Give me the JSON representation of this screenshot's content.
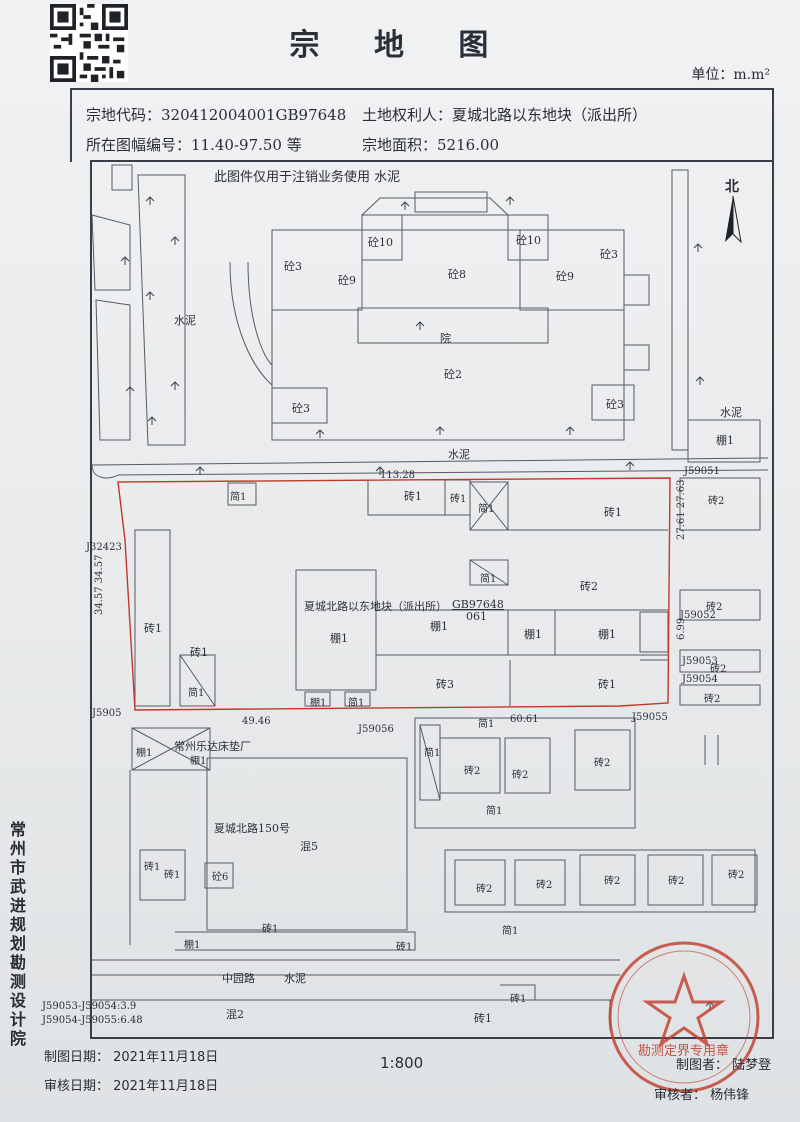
{
  "title": "宗 地 图",
  "unit": "单位：m.m²",
  "info": {
    "parcel_code_label": "宗地代码：",
    "parcel_code": "320412004001GB97648",
    "owner_label": "土地权利人：",
    "owner": "夏城北路以东地块（派出所）",
    "sheet_no_label": "所在图幅编号：",
    "sheet_no": "11.40-97.50 等",
    "area_label": "宗地面积：",
    "area": "5216.00"
  },
  "map": {
    "note": "此图件仅用于注销业务使用",
    "north": "北",
    "parcel_name": "夏城北路以东地块（派出所）",
    "parcel_id": "GB97648",
    "parcel_sub": "061",
    "labels": {
      "cement": "水泥",
      "yard": "院",
      "c2": "砼2",
      "c3": "砼3",
      "c8": "砼8",
      "c9": "砼9",
      "c10": "砼10",
      "brick1": "砖1",
      "brick2": "砖2",
      "brick3": "砖3",
      "shed1": "棚1",
      "simple1": "简1",
      "mixed5": "混5",
      "mixed2": "混2",
      "factory": "常州乐达床垫厂",
      "road_address": "夏城北路150号",
      "road_name": "中园路",
      "c6": "砼6"
    },
    "points": {
      "p1": "J32423",
      "p2": "J59051",
      "p3": "J59052",
      "p4": "J59053",
      "p5": "J59054",
      "p6": "J59055",
      "p7": "J59056",
      "p8": "J5905"
    },
    "dims": {
      "top": "113.28",
      "left": "34.57 34.57",
      "bottom_left": "49.46",
      "bottom_right": "60.61",
      "right_top": "27.61 27.63",
      "right_mid": "6.99"
    },
    "measures": [
      "J59053-J59054:3.9",
      "J59054-J59055:6.48"
    ]
  },
  "side_org": "常州市武进规划勘测设计院",
  "footer": {
    "draw_date": "制图日期： 2021年11月18日",
    "review_date": "审核日期： 2021年11月18日",
    "scale": "1:800",
    "drafter": "制图者： 陆梦登",
    "reviewer": "审核者： 杨伟锋"
  },
  "stamp_text": "勘测定界专用章"
}
